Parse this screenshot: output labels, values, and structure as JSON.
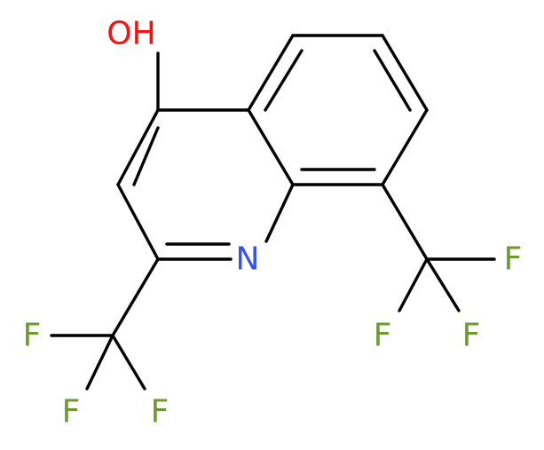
{
  "molecule": {
    "labels": {
      "hydroxyl": "OH",
      "ring_nitrogen": "N",
      "f_2_a": "F",
      "f_2_b": "F",
      "f_2_c": "F",
      "f_8_a": "F",
      "f_8_b": "F",
      "f_8_c": "F"
    },
    "colors": {
      "bond": "#000000",
      "oxygen": "#ff0d0d",
      "nitrogen": "#3050f8",
      "fluorine": "#6b9a2e"
    }
  }
}
